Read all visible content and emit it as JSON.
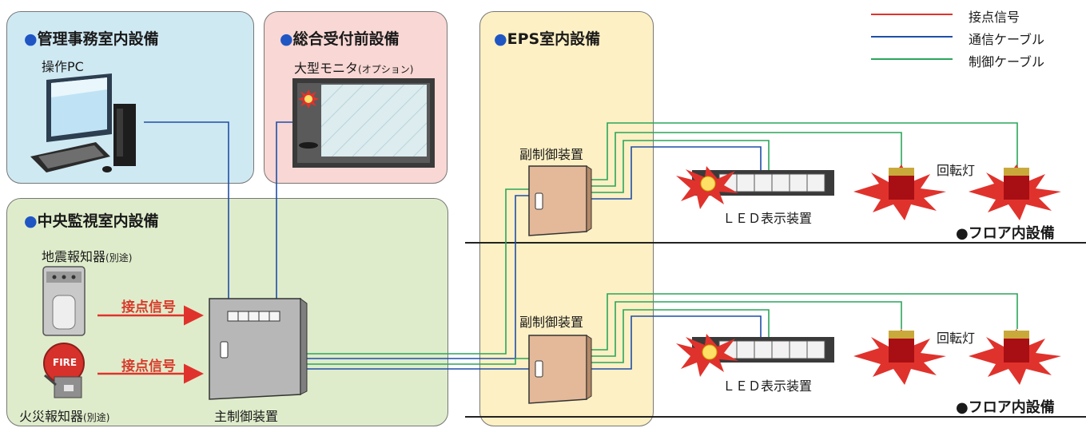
{
  "zones": {
    "admin": {
      "bullet": "●",
      "title": "管理事務室内設備"
    },
    "reception": {
      "bullet": "●",
      "title": "総合受付前設備"
    },
    "central": {
      "bullet": "●",
      "title": "中央監視室内設備"
    },
    "eps": {
      "bullet": "●",
      "title": "EPS室内設備"
    }
  },
  "devices": {
    "pc": "操作PC",
    "monitor": "大型モニタ",
    "monitor_note": "(オプション)",
    "earthquake": "地震報知器",
    "earthquake_note": "(別途)",
    "fire": "火災報知器",
    "fire_note": "(別途)",
    "fire_text": "FIRE",
    "main_controller": "主制御装置",
    "sub_controller_1": "副制御装置",
    "sub_controller_2": "副制御装置",
    "led_1": "ＬＥＤ表示装置",
    "led_2": "ＬＥＤ表示装置",
    "rotating_lamp_1": "回転灯",
    "rotating_lamp_2": "回転灯"
  },
  "signals": {
    "contact_1": "接点信号",
    "contact_2": "接点信号"
  },
  "floors": {
    "floor_1": "●フロア内設備",
    "floor_2": "●フロア内設備"
  },
  "legend": [
    {
      "label": "接点信号",
      "color": "#e0322c"
    },
    {
      "label": "通信ケーブル",
      "color": "#1e4fa8"
    },
    {
      "label": "制御ケーブル",
      "color": "#2aa65a"
    }
  ],
  "colors": {
    "admin_bg": "#cfe9f3",
    "reception_bg": "#f8d7d4",
    "central_bg": "#dfeccb",
    "eps_bg": "#fdf0c4",
    "contact": "#e0322c",
    "comm": "#1e4fa8",
    "control": "#2aa65a"
  }
}
